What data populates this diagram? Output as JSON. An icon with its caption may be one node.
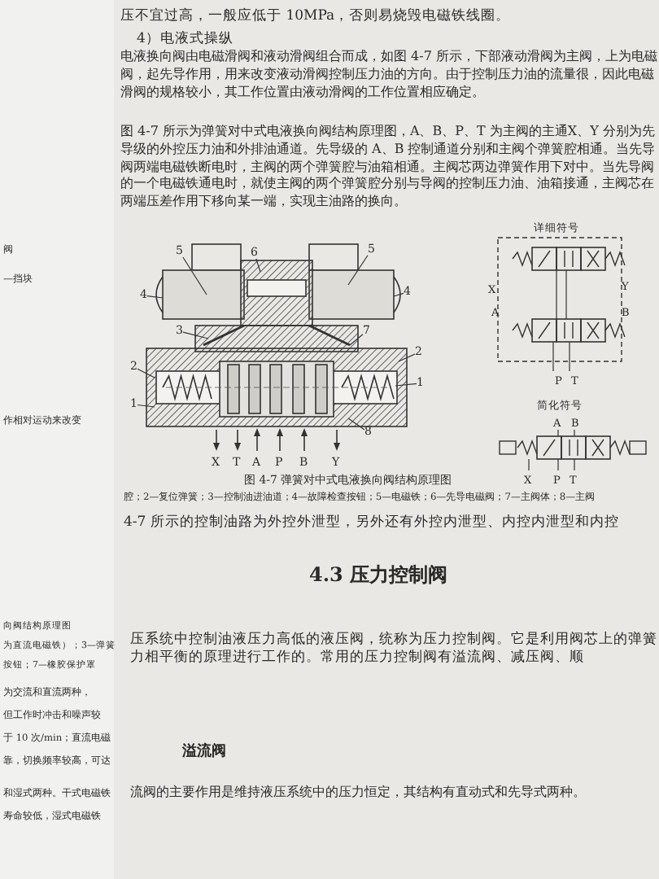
{
  "diagram": {
    "nodes": [
      {
        "text": [
          "4"
        ]
      },
      {
        "text": [
          "5"
        ]
      },
      {
        "text": [
          "6"
        ]
      },
      {
        "text": [
          "5"
        ]
      },
      {
        "text": [
          "4"
        ]
      },
      {
        "text": [
          "3"
        ]
      },
      {
        "text": [
          "7"
        ]
      },
      {
        "text": [
          "2"
        ]
      },
      {
        "text": [
          "1"
        ]
      },
      {
        "text": [
          "2"
        ]
      },
      {
        "text": [
          "1"
        ]
      },
      {
        "text": [
          "8"
        ]
      }
    ],
    "edges": [
      {
        "from": 0,
        "to": null,
        "arrow": "none"
      },
      {
        "from": 1,
        "to": null,
        "arrow": "none"
      },
      {
        "from": 2,
        "to": null,
        "arrow": "none"
      },
      {
        "from": 3,
        "to": null,
        "arrow": "none"
      },
      {
        "from": 4,
        "to": null,
        "arrow": "none"
      },
      {
        "from": 5,
        "to": null,
        "arrow": "none"
      },
      {
        "from": 6,
        "to": null,
        "arrow": "none"
      },
      {
        "from": 7,
        "to": null,
        "arrow": "none"
      },
      {
        "from": 8,
        "to": null,
        "arrow": "none"
      },
      {
        "from": 9,
        "to": null,
        "arrow": "none"
      },
      {
        "from": 10,
        "to": null,
        "arrow": "none"
      },
      {
        "from": 11,
        "to": null,
        "arrow": "none"
      }
    ],
    "labels": [
      "阀",
      "—挡块",
      "作相对运动来改变",
      "向阀结构原理图",
      "为直流电磁铁）；3—弹簧",
      "按钮；7—橡胶保护罩",
      "为交流和直流两种，",
      "但工作时冲击和噪声较",
      "于 10 次/min；直流电磁",
      "靠，切换频率较高，可达",
      "和湿式两种。干式电磁铁",
      "寿命较低，湿式电磁铁",
      "压不宜过高，一般应低于 10MPa，否则易烧毁电磁铁线圈。",
      "4）电液式操纵",
      "电液换向阀由电磁滑阀和液动滑阀组合而成，如图 4-7 所示，下部液动滑阀为主阀，上为电磁阀，起先导作用，用来改变液动滑阀控制压力油的方向。由于控制压力油的流量很，因此电磁滑阀的规格较小，其工作位置由液动滑阀的工作位置相应确定。",
      "图 4-7 所示为弹簧对中式电液换向阀结构原理图，A、B、P、T 为主阀的主通X、Y 分别为先导级的外控压力油和外排油通道。先导级的 A、B 控制通道分别和主阀个弹簧腔相通。当先导阀两端电磁铁断电时，主阀的两个弹簧腔与油箱相通。主阀芯两边弹簧作用下对中。当先导阀的一个电磁铁通电时，就使主阀的两个弹簧腔分别与导阀的控制压力油、油箱接通，主阀芯在两端压差作用下移向某一端，实现主油路的换向。",
      "图 4-7 弹簧对中式电液换向阀结构原理图",
      "腔；2—复位弹簧；3—控制油进油道；4—故障检查按钮；5—电磁铁；6—先导电磁阀；7—主阀体；8—主阀",
      "4-7 所示的控制油路为外控外泄型，另外还有外控内泄型、内控内泄型和内控",
      "4.3 压力控制阀",
      "压系统中控制油液压力高低的液压阀，统称为压力控制阀。它是利用阀芯上的弹簧力相平衡的原理进行工作的。常用的压力控制阀有溢流阀、减压阀、顺",
      "溢流阀",
      "流阀的主要作用是维持液压系统中的压力恒定，其结构有直动式和先导式两种。",
      "X",
      "T",
      "A",
      "P",
      "B",
      "Y",
      "详细符号",
      "X",
      "Y",
      "A",
      "B",
      "P",
      "T",
      "简化符号",
      "A",
      "B",
      "X",
      "P",
      "T"
    ]
  }
}
